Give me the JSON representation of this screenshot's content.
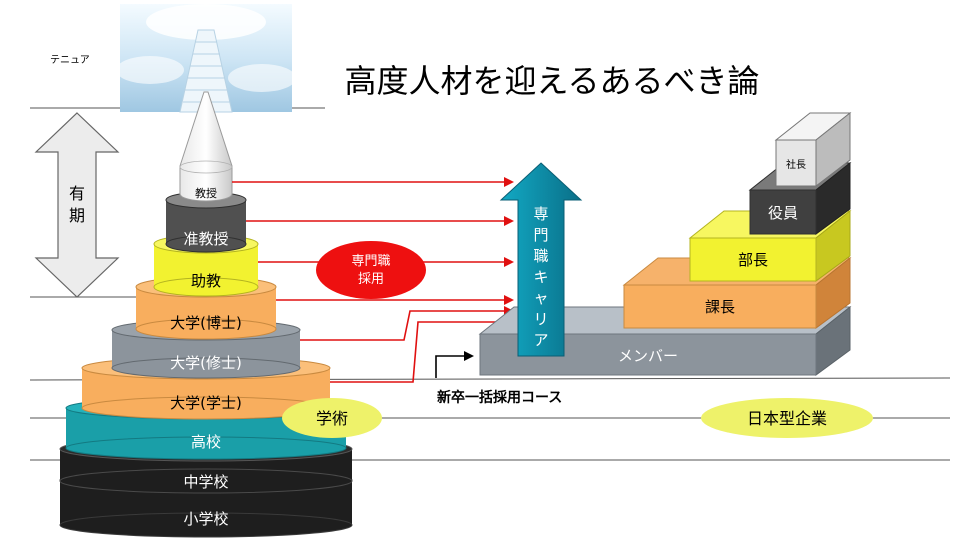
{
  "title": "高度人材を迎えるあるべき論",
  "tenure_label": "テニュア",
  "term_label": [
    "有",
    "期"
  ],
  "academic": {
    "levels": [
      {
        "label": "小学校"
      },
      {
        "label": "中学校"
      },
      {
        "label": "高校"
      },
      {
        "label": "大学(学士)"
      },
      {
        "label": "大学(修士)"
      },
      {
        "label": "大学(博士)"
      },
      {
        "label": "助教"
      },
      {
        "label": "准教授"
      },
      {
        "label": "教授"
      }
    ],
    "badge": "学術"
  },
  "specialist_hiring": [
    "専門職",
    "採用"
  ],
  "specialist_career": [
    "専",
    "門",
    "職",
    "キ",
    "ャ",
    "リ",
    "ア"
  ],
  "bulk_hiring": "新卒一括採用コース",
  "company": {
    "steps": [
      {
        "label": "メンバー"
      },
      {
        "label": "課長"
      },
      {
        "label": "部長"
      },
      {
        "label": "役員"
      },
      {
        "label": "社長"
      }
    ],
    "badge": "日本型企業"
  },
  "colors": {
    "arrow_red": "#e01010",
    "orange": "#f8ae5e",
    "yellow": "#f2f230",
    "teal": "#1a9fa8",
    "gray": "#8c949c",
    "dark_gray": "#404040",
    "black": "#1e1e1e",
    "badge_yellow": "#eef26a",
    "hiring_red": "#ee1010"
  }
}
